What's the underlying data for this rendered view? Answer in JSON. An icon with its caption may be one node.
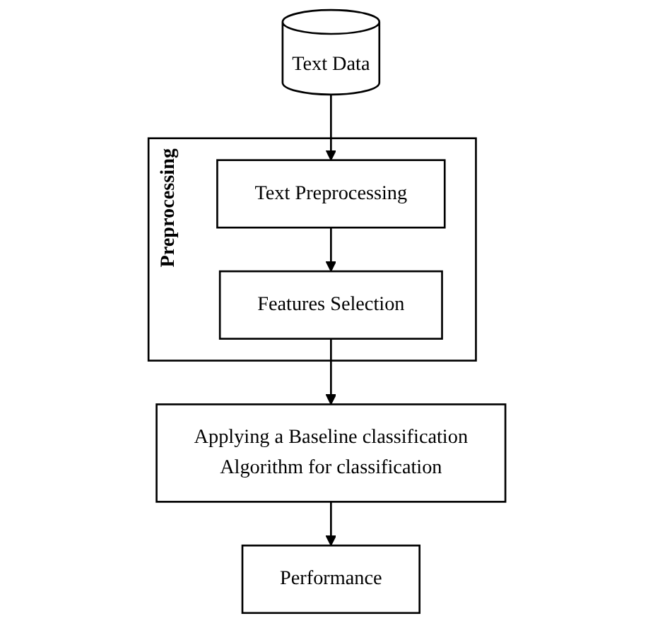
{
  "diagram": {
    "nodes": [
      {
        "text": [
          "Text Data"
        ]
      },
      {
        "text": [
          "Preprocessing"
        ]
      },
      {
        "text": [
          "Text Preprocessing"
        ],
        "in": 1
      },
      {
        "text": [
          "Features Selection"
        ],
        "in": 1
      },
      {
        "text": [
          "Applying a Baseline classification Algorithm for classification"
        ]
      },
      {
        "text": [
          "Performance"
        ]
      }
    ],
    "edges": [
      {
        "from": 0,
        "to": 2,
        "arrow": "to"
      },
      {
        "from": 2,
        "to": 3,
        "arrow": "to"
      },
      {
        "from": 3,
        "to": 4,
        "arrow": "to"
      },
      {
        "from": 4,
        "to": 5,
        "arrow": "to"
      }
    ]
  }
}
